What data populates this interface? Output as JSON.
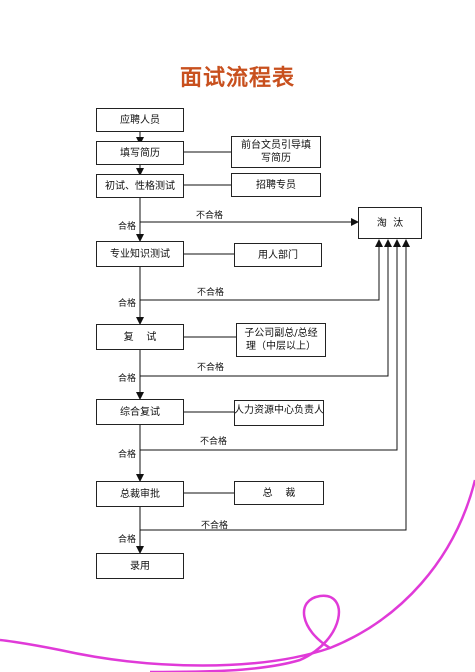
{
  "title": "面试流程表",
  "steps": [
    {
      "label": "应聘人员"
    },
    {
      "label": "填写简历"
    },
    {
      "label": "初试、性格测试"
    },
    {
      "label": "专业知识测试"
    },
    {
      "label": "复    试"
    },
    {
      "label": "综合复试"
    },
    {
      "label": "总裁审批"
    },
    {
      "label": "录用"
    }
  ],
  "responsible": [
    {
      "label": "前台文员引导填写简历"
    },
    {
      "label": "招聘专员"
    },
    {
      "label": "用人部门"
    },
    {
      "label": "子公司副总/总经理（中层以上）"
    },
    {
      "label": "人力资源中心负责人"
    },
    {
      "label": "总    裁"
    }
  ],
  "reject_box": "淘  汰",
  "pass_label": "合格",
  "fail_label": "不合格"
}
